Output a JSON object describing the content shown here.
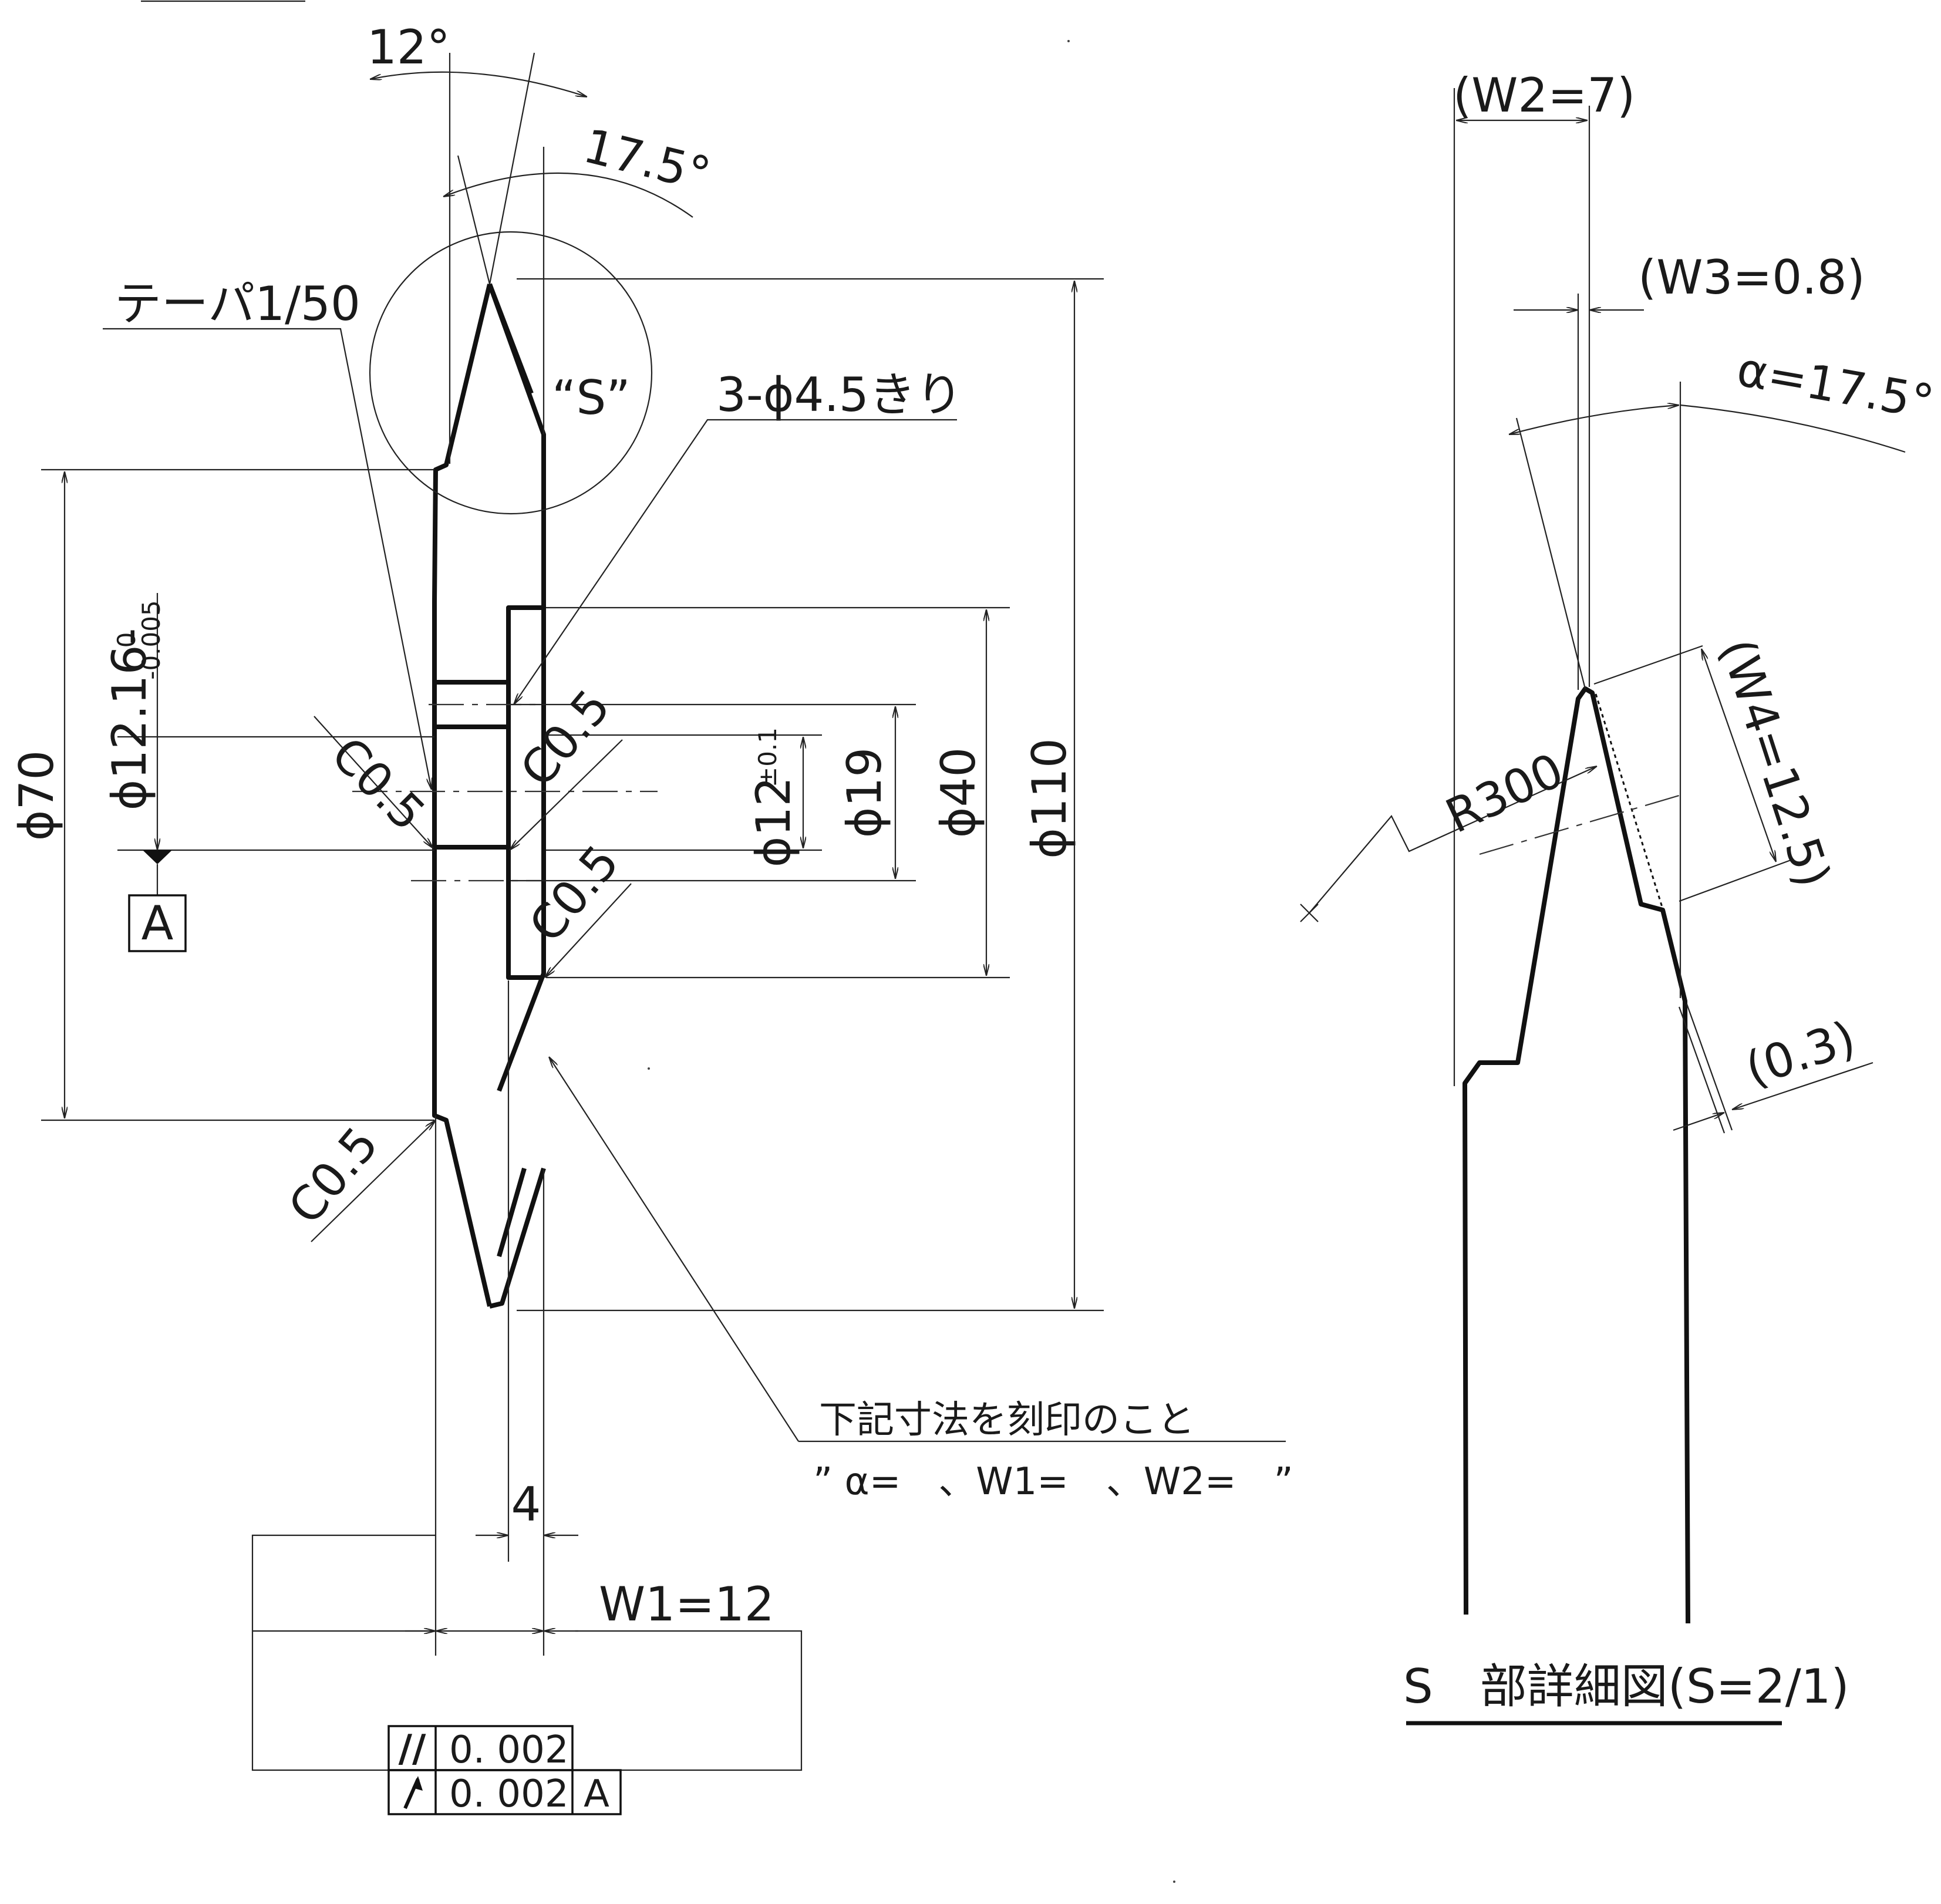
{
  "main_view": {
    "angle_12": "12°",
    "angle_175": "17.5°",
    "taper_note": "テーパ1/50",
    "detail_callout": "“S”",
    "holes_note": "3-ϕ4.5きり",
    "dim_phi70": "ϕ70",
    "dim_phi12_16": "ϕ12.16-",
    "tol_upper": "0",
    "tol_lower": "-0.005",
    "datum_letter": "A",
    "chamfer_1": "C0.5",
    "chamfer_2": "C0.5",
    "chamfer_3": "C0.5",
    "chamfer_4": "C0.5",
    "dim_phi12": "ϕ12",
    "dim_phi12_tol": "±0.1",
    "dim_phi19": "ϕ19",
    "dim_phi40": "ϕ40",
    "dim_phi110": "ϕ110",
    "marking_note": "下記寸法を刻印のこと",
    "marking_values": "” α=　、W1=　、W2=　”",
    "dim_4": "4",
    "dim_w1": "W1=12",
    "gdt_parallel_symbol": "//",
    "gdt_parallel_value": "0. 002",
    "gdt_runout_value": "0. 002",
    "gdt_runout_datum": "A"
  },
  "detail_view": {
    "dim_w2": "(W2=7)",
    "dim_w3": "(W3=0.8)",
    "dim_alpha": "α=17.5°",
    "dim_r300": "R300",
    "dim_w4": "(W4=12.5)",
    "dim_03": "(0.3)",
    "title": "S　部詳細図(S=2/1)"
  }
}
